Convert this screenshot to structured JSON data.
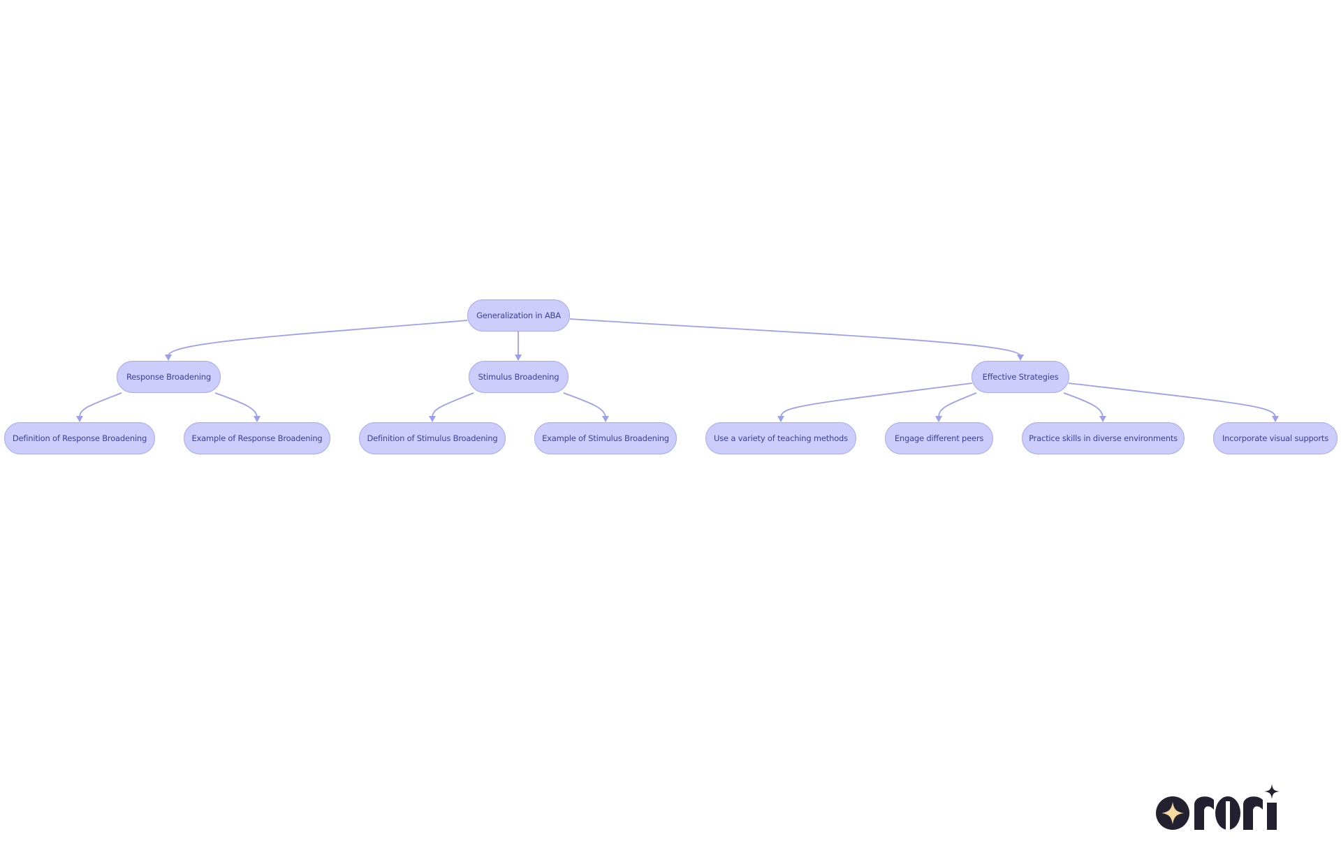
{
  "diagram": {
    "root": "Generalization in ABA",
    "branches": [
      {
        "label": "Response Broadening",
        "children": [
          "Definition of Response Broadening",
          "Example of Response Broadening"
        ]
      },
      {
        "label": "Stimulus Broadening",
        "children": [
          "Definition of Stimulus Broadening",
          "Example of Stimulus Broadening"
        ]
      },
      {
        "label": "Effective Strategies",
        "children": [
          "Use a variety of teaching methods",
          "Engage different peers",
          "Practice skills in diverse environments",
          "Incorporate visual supports"
        ]
      }
    ]
  },
  "brand": {
    "logo_text": "rori"
  },
  "colors": {
    "node_fill": "#cccdfa",
    "node_border": "#a7aaf0",
    "node_text": "#3c3f9c",
    "edge": "#9ba0e8",
    "logo_dark": "#23212f",
    "logo_star": "#f5d9a0"
  }
}
